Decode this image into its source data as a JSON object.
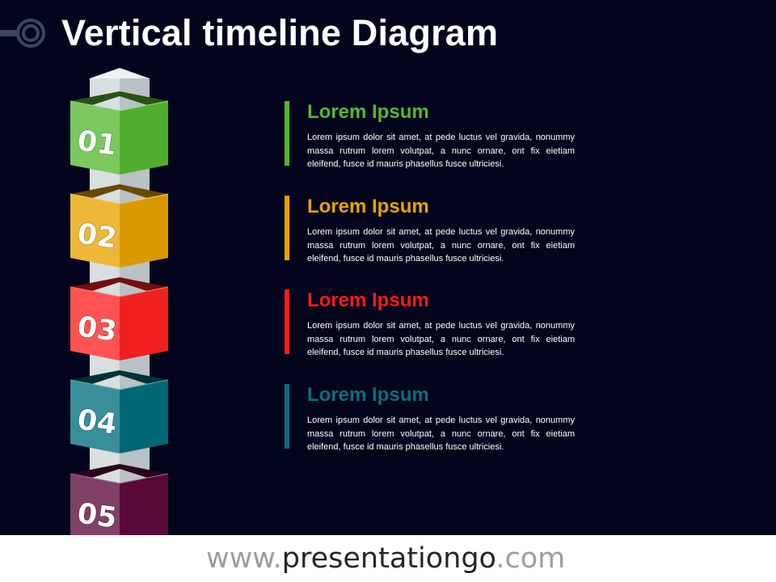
{
  "title": "Vertical timeline Diagram",
  "steps": [
    {
      "number": "01",
      "color": "#55b830"
    },
    {
      "number": "02",
      "color": "#e8a300"
    },
    {
      "number": "03",
      "color": "#ff2222"
    },
    {
      "number": "04",
      "color": "#006f7c"
    },
    {
      "number": "05",
      "color": "#5e0a3a"
    }
  ],
  "items": [
    {
      "heading": "Lorem Ipsum",
      "color": "#52b832",
      "text": "Lorem ipsum dolor sit amet, at pede luctus vel gravida, nonummy massa rutrum lorem volutpat, a nunc ornare, ont fix eietiam eleifend, fusce id mauris phasellus fusce ultriciesi."
    },
    {
      "heading": "Lorem Ipsum",
      "color": "#e8a300",
      "text": "Lorem ipsum dolor sit amet, at pede luctus vel gravida, nonummy massa rutrum lorem volutpat, a nunc ornare, ont fix eietiam eleifend, fusce id mauris phasellus fusce ultriciesi."
    },
    {
      "heading": "Lorem Ipsum",
      "color": "#ff1a1a",
      "text": "Lorem ipsum dolor sit amet, at pede luctus vel gravida, nonummy massa rutrum lorem volutpat, a nunc ornare, ont fix eietiam eleifend, fusce id mauris phasellus fusce ultriciesi."
    },
    {
      "heading": "Lorem Ipsum",
      "color": "#0a6f7c",
      "text": "Lorem ipsum dolor sit amet, at pede luctus vel gravida, nonummy massa rutrum lorem volutpat, a nunc ornare, ont fix eietiam eleifend, fusce id mauris phasellus fusce ultriciesi."
    }
  ],
  "footer": {
    "prefix": "www.",
    "brand": "presentationgo",
    "suffix": ".com"
  }
}
